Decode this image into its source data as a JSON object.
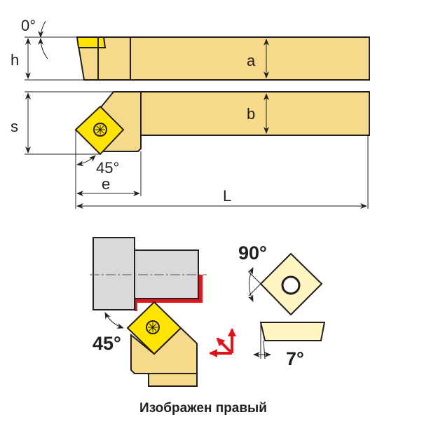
{
  "labels": {
    "angle_zero": "0°",
    "h": "h",
    "a": "a",
    "s": "s",
    "b": "b",
    "angle_45_top": "45°",
    "e": "e",
    "L": "L",
    "angle_90": "90°",
    "angle_45_bottom": "45°",
    "angle_7": "7°",
    "caption": "Изображен правый"
  },
  "colors": {
    "holder": "#f7d98b",
    "insert": "#ffe400",
    "insert_pale": "#fff5c0",
    "workpiece": "#d9d9d9",
    "machined_edge": "#e0161b",
    "feed_arrows": "#e0161b"
  }
}
